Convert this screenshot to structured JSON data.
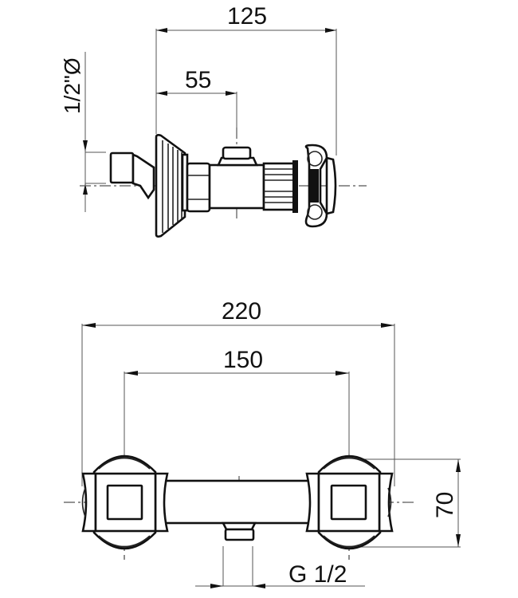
{
  "title": "Shower mixer valve technical drawing",
  "colors": {
    "line": "#111111",
    "background": "#ffffff"
  },
  "side_view": {
    "dimensions": {
      "overall_depth": "125",
      "center_depth": "55",
      "pipe_diameter": "1/2\"Ø"
    }
  },
  "front_view": {
    "dimensions": {
      "overall_width": "220",
      "center_distance": "150",
      "height": "70",
      "outlet_thread": "G 1/2"
    }
  }
}
